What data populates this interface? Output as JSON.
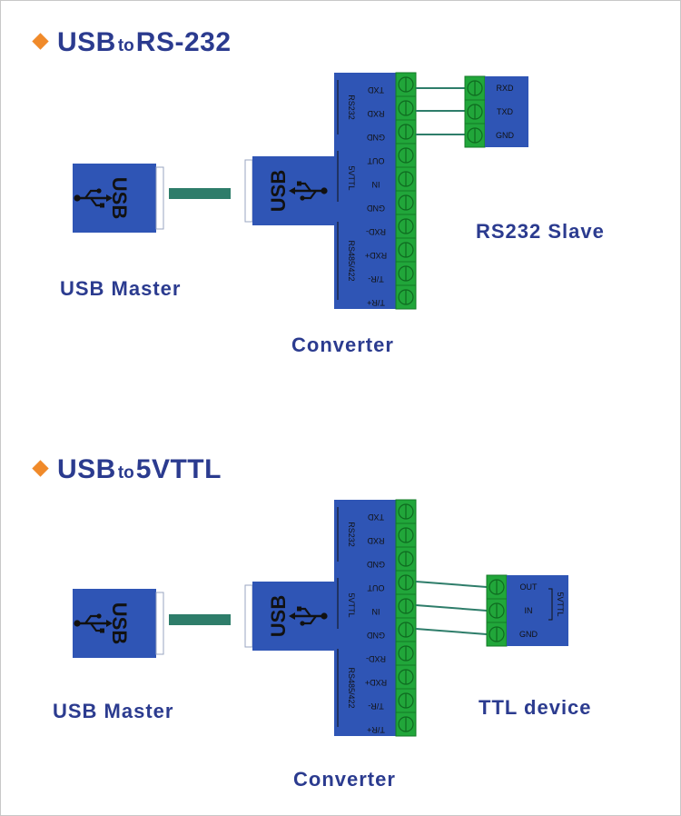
{
  "section1": {
    "title_prefix": "USB",
    "title_to": "to",
    "title_target": "RS-232",
    "master_label": "USB Master",
    "converter_label": "Converter",
    "slave_label": "RS232 Slave",
    "slave_pins": [
      "RXD",
      "TXD",
      "GND"
    ]
  },
  "section2": {
    "title_prefix": "USB",
    "title_to": "to",
    "title_target": "5VTTL",
    "master_label": "USB Master",
    "converter_label": "Converter",
    "slave_label": "TTL device",
    "slave_pins": [
      "OUT",
      "IN",
      "GND"
    ],
    "slave_group": "5VTTL"
  },
  "usb_text": "USB",
  "converter_pins": [
    "TXD",
    "RXD",
    "GND",
    "OUT",
    "IN",
    "GND",
    "RXD-",
    "RXD+",
    "T/R-",
    "T/R+"
  ],
  "converter_groups": [
    "RS232",
    "5VTTL",
    "RS485/422"
  ],
  "colors": {
    "blue": "#2f55b5",
    "blue_dark": "#24449a",
    "green": "#21a63a",
    "wire": "#2e7d6a",
    "text": "#2b3b8f",
    "accent": "#f08a2a"
  }
}
